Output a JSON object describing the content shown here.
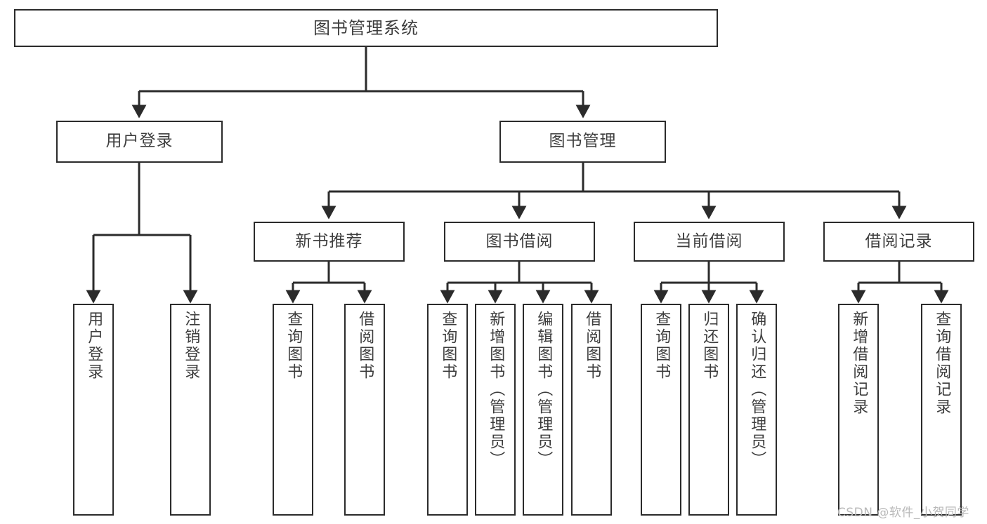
{
  "diagram": {
    "title": "图书管理系统",
    "background_color": "#ffffff",
    "line_color": "#2b2b2b",
    "text_color": "#3d3d3d",
    "watermark": "CSDN @软件_小贺同学",
    "root": {
      "id": "root",
      "label": "图书管理系统"
    },
    "level2": [
      {
        "id": "user-login",
        "label": "用户登录"
      },
      {
        "id": "book-management",
        "label": "图书管理"
      }
    ],
    "level3": [
      {
        "id": "new-book-recommend",
        "label": "新书推荐"
      },
      {
        "id": "book-borrow",
        "label": "图书借阅"
      },
      {
        "id": "current-borrow",
        "label": "当前借阅"
      },
      {
        "id": "borrow-record",
        "label": "借阅记录"
      }
    ],
    "leaves": {
      "user_login": [
        {
          "id": "leaf-user-login",
          "label": "用户登录"
        },
        {
          "id": "leaf-logout-login",
          "label": "注销登录"
        }
      ],
      "new_book_recommend": [
        {
          "id": "leaf-query-book-1",
          "label": "查询图书"
        },
        {
          "id": "leaf-borrow-book-1",
          "label": "借阅图书"
        }
      ],
      "book_borrow": [
        {
          "id": "leaf-query-book-2",
          "label": "查询图书"
        },
        {
          "id": "leaf-add-book",
          "label": "新增图书（管理员）"
        },
        {
          "id": "leaf-edit-book",
          "label": "编辑图书（管理员）"
        },
        {
          "id": "leaf-borrow-book-2",
          "label": "借阅图书"
        }
      ],
      "current_borrow": [
        {
          "id": "leaf-query-book-3",
          "label": "查询图书"
        },
        {
          "id": "leaf-return-book",
          "label": "归还图书"
        },
        {
          "id": "leaf-confirm-return",
          "label": "确认归还（管理员）"
        }
      ],
      "borrow_record": [
        {
          "id": "leaf-add-record",
          "label": "新增借阅记录"
        },
        {
          "id": "leaf-query-record",
          "label": "查询借阅记录"
        }
      ]
    }
  }
}
